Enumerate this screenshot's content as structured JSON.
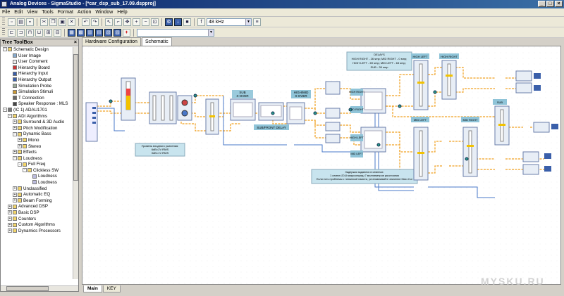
{
  "window": {
    "title": "Analog Devices - SigmaStudio - [*car_dsp_sub_17.09.dspproj]"
  },
  "menu": [
    "File",
    "Edit",
    "View",
    "Tools",
    "Format",
    "Action",
    "Window",
    "Help"
  ],
  "toolbar": {
    "sample_rate": "48 kHz"
  },
  "tree_panel": {
    "title": "Tree ToolBox",
    "items": [
      {
        "label": "Schematic Design",
        "depth": 0,
        "exp": "-",
        "icon": "folder"
      },
      {
        "label": "User Image",
        "depth": 1,
        "exp": "",
        "icon": "image"
      },
      {
        "label": "User Comment",
        "depth": 1,
        "exp": "",
        "icon": "comment"
      },
      {
        "label": "Hierarchy Board",
        "depth": 1,
        "exp": "",
        "icon": "board"
      },
      {
        "label": "Hierarchy Input",
        "depth": 1,
        "exp": "",
        "icon": "input"
      },
      {
        "label": "Hierarchy Output",
        "depth": 1,
        "exp": "",
        "icon": "output"
      },
      {
        "label": "Simulation Probe",
        "depth": 1,
        "exp": "",
        "icon": "probe"
      },
      {
        "label": "Simulation Stimuli",
        "depth": 1,
        "exp": "",
        "icon": "stimuli"
      },
      {
        "label": "T Connection",
        "depth": 1,
        "exp": "",
        "icon": "tconn"
      },
      {
        "label": "Speaker Response : MLS",
        "depth": 1,
        "exp": "",
        "icon": "speaker"
      },
      {
        "label": "(IC 1) ADAU1701",
        "depth": 0,
        "exp": "-",
        "icon": "chip"
      },
      {
        "label": "ADI Algorithms",
        "depth": 1,
        "exp": "-",
        "icon": "folder"
      },
      {
        "label": "Surround & 3D Audio",
        "depth": 2,
        "exp": "+",
        "icon": "folder"
      },
      {
        "label": "Pitch Modification",
        "depth": 2,
        "exp": "+",
        "icon": "folder"
      },
      {
        "label": "Dynamic Bass",
        "depth": 2,
        "exp": "-",
        "icon": "folder"
      },
      {
        "label": "Mono",
        "depth": 3,
        "exp": "+",
        "icon": "folder"
      },
      {
        "label": "Stereo",
        "depth": 3,
        "exp": "+",
        "icon": "folder"
      },
      {
        "label": "Effects",
        "depth": 2,
        "exp": "+",
        "icon": "folder"
      },
      {
        "label": "Loudness",
        "depth": 2,
        "exp": "-",
        "icon": "folder"
      },
      {
        "label": "Full Freq",
        "depth": 3,
        "exp": "-",
        "icon": "folder"
      },
      {
        "label": "Clickless SW",
        "depth": 4,
        "exp": "-",
        "icon": "folder"
      },
      {
        "label": "Loudness",
        "depth": 5,
        "exp": "",
        "icon": "block"
      },
      {
        "label": "Loudness",
        "depth": 5,
        "exp": "",
        "icon": "block"
      },
      {
        "label": "Unclassified",
        "depth": 2,
        "exp": "+",
        "icon": "folder"
      },
      {
        "label": "Automatic EQ",
        "depth": 2,
        "exp": "+",
        "icon": "folder"
      },
      {
        "label": "Beam Forming",
        "depth": 2,
        "exp": "+",
        "icon": "folder"
      },
      {
        "label": "Advanced DSP",
        "depth": 1,
        "exp": "+",
        "icon": "folder"
      },
      {
        "label": "Basic DSP",
        "depth": 1,
        "exp": "+",
        "icon": "folder"
      },
      {
        "label": "Counters",
        "depth": 1,
        "exp": "+",
        "icon": "folder"
      },
      {
        "label": "Custom Algorithms",
        "depth": 1,
        "exp": "+",
        "icon": "folder"
      },
      {
        "label": "Dynamics Processors",
        "depth": 1,
        "exp": "+",
        "icon": "folder"
      }
    ]
  },
  "tabs": [
    "Hardware Configuration",
    "Schematic"
  ],
  "active_tab": "Schematic",
  "bottom_tabs": [
    "Main",
    "KEY"
  ],
  "schematic": {
    "delays_note": [
      "DELAYS",
      "HIGH RIGHT - 26 smp; MID RIGHT - 0 smp;",
      "HIGH LEFT - 69 smp; MID LEFT - 63 smp;",
      "SUB - 28 smp"
    ],
    "gain_note": [
      "Уровень входного усиления:",
      "6dB=2V RMS",
      "0dB=1V RMS"
    ],
    "bottom_note": [
      "Задержки задаются в семплах:",
      "1 семпл=20,8 микросекунд=7 миллиметров расстояния",
      "Если есть проблемы с нехваткой памяти, устанавливайте значение Max=Cur"
    ],
    "labels": {
      "sub_xover": [
        "SUB",
        "X-OVER"
      ],
      "hi_mid_xover": [
        "HIGH/MID",
        "X-OVER"
      ],
      "sub_front_delay": "SUB/FRONT DELAY",
      "high_right_a": "HIGH RIGHT",
      "mid_right_a": "MID RIGHT",
      "high_left_a": "HIGH LEFT",
      "mid_left_a": "MID LEFT",
      "high_left_b": "HIGH LEFT",
      "high_right_b": "HIGH RIGHT",
      "mid_left_b": "MID LEFT",
      "mid_right_b": "MID RIGHT",
      "sub": "SUB"
    }
  },
  "watermark": "MYSKU.RU",
  "colors": {
    "wire_orange": "#f0a020",
    "wire_blue": "#4a78c8",
    "block_fill": "#e8eef6",
    "note_fill": "#c8e4ee"
  }
}
